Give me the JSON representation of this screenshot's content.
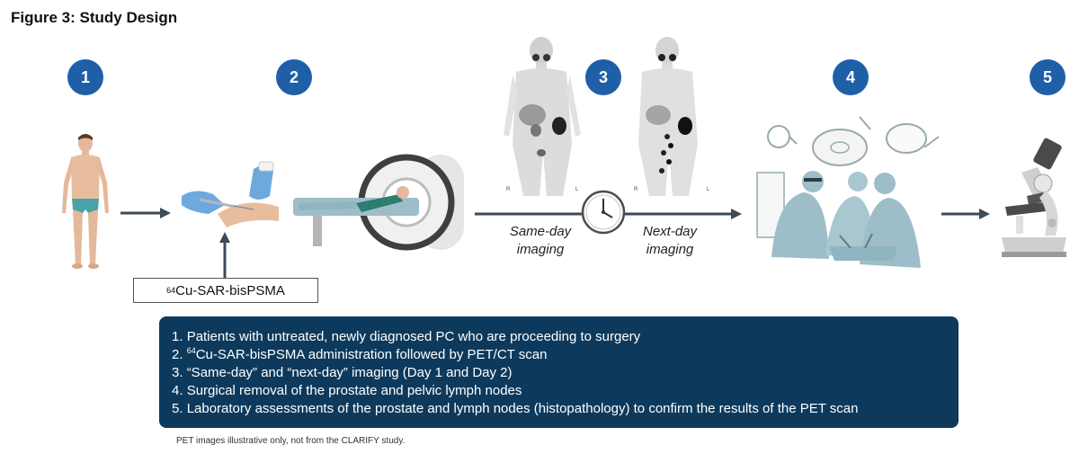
{
  "figure": {
    "title": "Figure 3: Study Design",
    "steps": [
      "1",
      "2",
      "3",
      "4",
      "5"
    ],
    "tracer_label": {
      "sup": "64",
      "text": "Cu-SAR-bisPSMA"
    },
    "image_labels": {
      "same_day": {
        "line1": "Same-day",
        "line2": "imaging"
      },
      "next_day": {
        "line1": "Next-day",
        "line2": "imaging"
      }
    },
    "pet_orientation": {
      "left_image_r": "R",
      "left_image_l": "L",
      "right_image_r": "R",
      "right_image_l": "L"
    },
    "summary_items": [
      {
        "prefix": "1. ",
        "sup": "",
        "text": "Patients with untreated, newly diagnosed PC who are proceeding to surgery"
      },
      {
        "prefix": "2. ",
        "sup": "64",
        "text": "Cu-SAR-bisPSMA administration followed by PET/CT scan"
      },
      {
        "prefix": "3. ",
        "sup": "",
        "text": "“Same-day” and “next-day” imaging (Day 1 and Day 2)"
      },
      {
        "prefix": "4. ",
        "sup": "",
        "text": "Surgical removal of the prostate and pelvic lymph nodes"
      },
      {
        "prefix": "5. ",
        "sup": "",
        "text": "Laboratory assessments of the prostate and lymph nodes (histopathology) to confirm the results of the PET scan"
      }
    ],
    "footnote": "PET images illustrative only, not from the CLARIFY study.",
    "colors": {
      "step_circle": "#1f5fa8",
      "summary_box": "#0d3a5c",
      "arrow": "#3c4a5a",
      "illustration": "#9dbec9"
    }
  }
}
